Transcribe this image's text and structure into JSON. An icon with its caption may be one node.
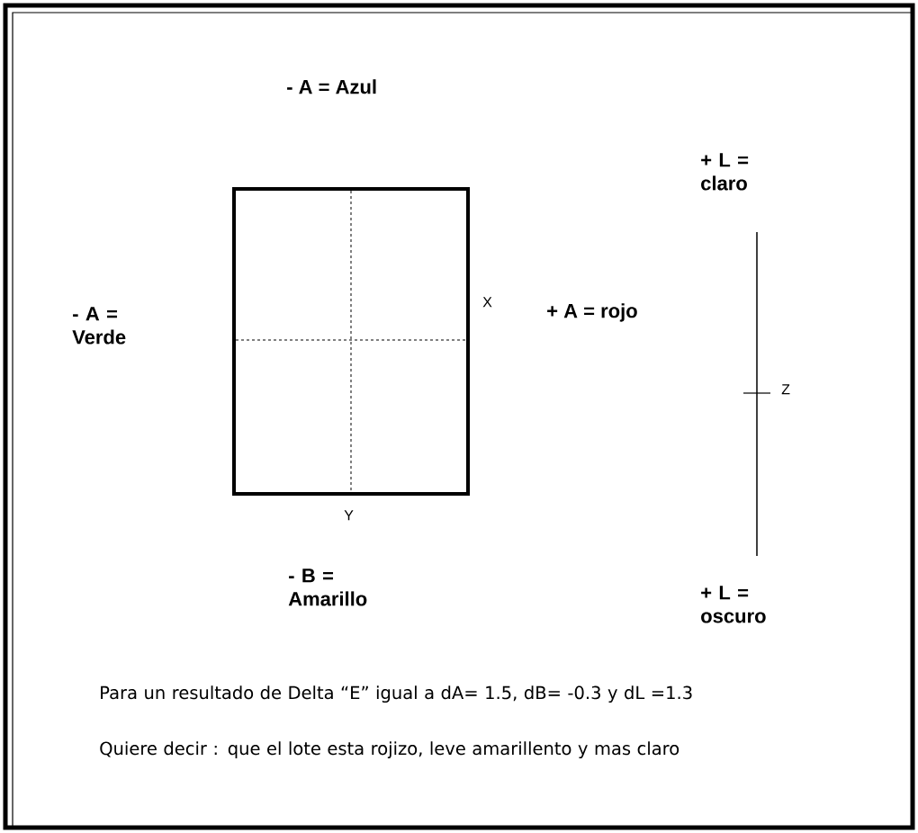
{
  "diagram": {
    "labels": [
      "- A = Azul",
      "+ L = claro",
      "X",
      "+ A = rojo",
      "- A = Verde",
      "Z",
      "Y",
      "- B = Amarillo",
      "+ L = oscuro",
      "Para un resultado de Delta “E” igual a dA= 1.5, dB= -0.3 y dL =1.3",
      "Quiere decir : que el lote esta rojizo, leve amarillento y mas claro"
    ]
  }
}
